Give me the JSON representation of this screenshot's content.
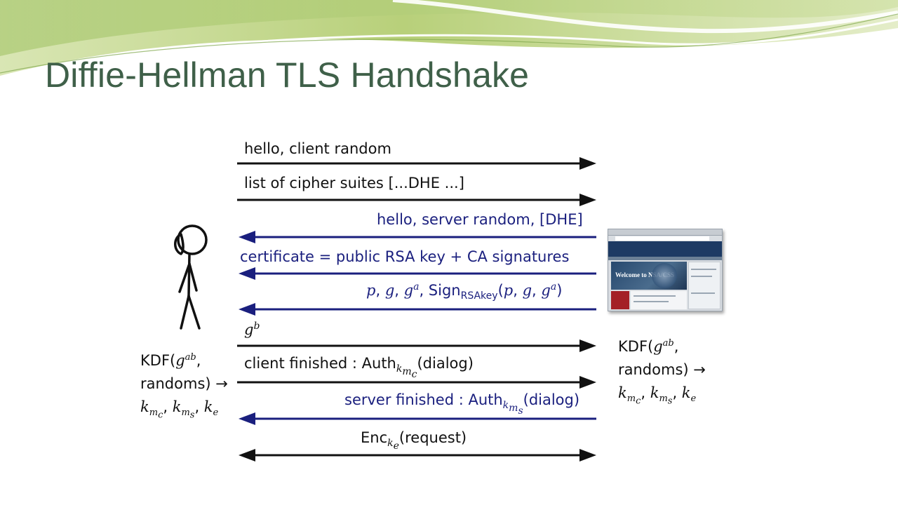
{
  "slide": {
    "title": "Diffie-Hellman TLS Handshake"
  },
  "colors": {
    "title": "#3f6049",
    "client_to_server": "#111111",
    "server_to_client": "#1a1f7e",
    "banner_light": "#e6eec9",
    "banner_mid": "#bcd27a",
    "banner_dark": "#8fb35a"
  },
  "participants": {
    "client": {
      "icon": "stick-figure-icon"
    },
    "server": {
      "icon": "website-screenshot-icon",
      "site_text": "Welcome to NSA/CSS"
    }
  },
  "messages": [
    {
      "direction": "right",
      "parts": {
        "text": "hello, client random"
      }
    },
    {
      "direction": "right",
      "parts": {
        "pre": "list of cipher suites [",
        "dots1": "...",
        "mid": "DHE",
        "dots2": " ...",
        "post": "]"
      }
    },
    {
      "direction": "left",
      "parts": {
        "text": "hello, server random, [DHE]"
      }
    },
    {
      "direction": "left",
      "parts": {
        "text": "certificate = public RSA key + CA signatures"
      }
    },
    {
      "direction": "left",
      "parts": {
        "p": "p",
        "g": "g",
        "ga_base": "g",
        "ga_exp": "a",
        "sign": "Sign",
        "sign_sub": "RSAkey",
        "args_p": "p",
        "args_g": "g",
        "args_ga_base": "g",
        "args_ga_exp": "a"
      }
    },
    {
      "direction": "right",
      "parts": {
        "base": "g",
        "exp": "b"
      }
    },
    {
      "direction": "right",
      "parts": {
        "pre": "client finished : Auth",
        "sub_k": "k",
        "sub_m": "m",
        "sub_c": "c",
        "post": "(dialog)"
      }
    },
    {
      "direction": "left",
      "parts": {
        "pre": "server finished : Auth",
        "sub_k": "k",
        "sub_m": "m",
        "sub_s": "s",
        "post": "(dialog)"
      }
    },
    {
      "direction": "both",
      "parts": {
        "pre": "Enc",
        "sub": "k",
        "subsub": "e",
        "post": "(request)"
      }
    }
  ],
  "derivation": {
    "kdf": "KDF(",
    "g": "g",
    "ab": "ab",
    "comma": ",",
    "randoms": "randoms) →",
    "k": "k",
    "m": "m",
    "c": "c",
    "s": "s",
    "e": "e"
  }
}
